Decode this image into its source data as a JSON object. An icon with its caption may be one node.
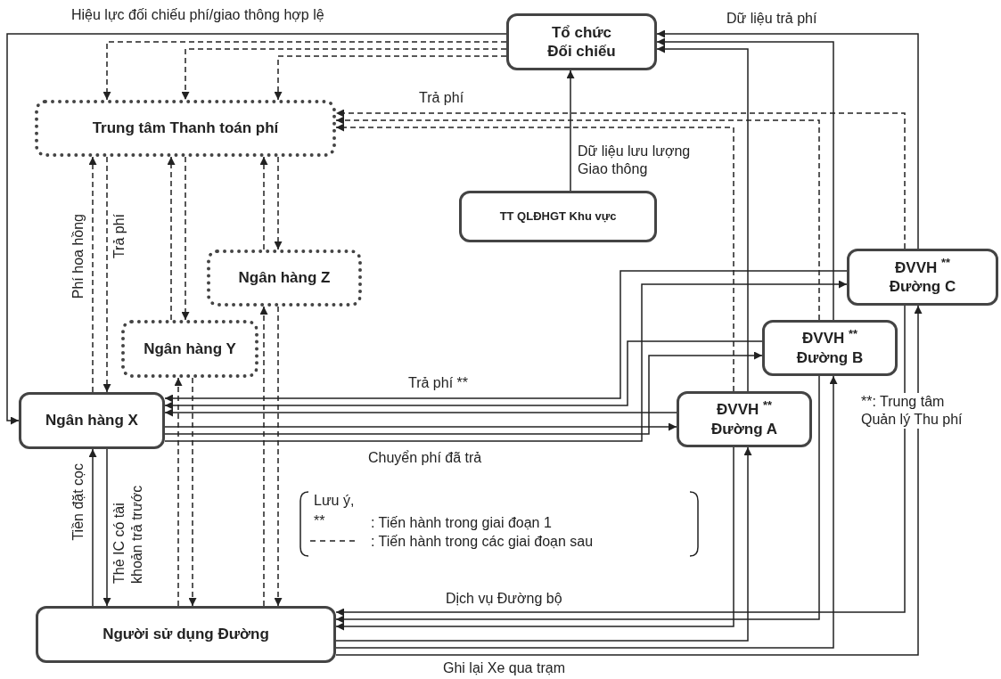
{
  "diagram": {
    "nodes": [
      {
        "text": [
          "Tổ chức Đối chiếu"
        ]
      },
      {
        "text": [
          "Trung tâm Thanh toán phí"
        ]
      },
      {
        "text": [
          "TT QLĐHGT Khu vực"
        ]
      },
      {
        "text": [
          "Ngân hàng Z"
        ]
      },
      {
        "text": [
          "Ngân hàng Y"
        ]
      },
      {
        "text": [
          "ĐVVH $^{**}$",
          "Đường C"
        ]
      },
      {
        "text": [
          "ĐVVH $^{**}$",
          "Đường B"
        ]
      },
      {
        "text": [
          "ĐVVH $^{**}$",
          "Đường A"
        ]
      },
      {
        "text": [
          "Ngân hàng X"
        ]
      },
      {
        "text": [
          "Người sử dụng Đường"
        ]
      }
    ],
    "edges": [
      {
        "from": 0,
        "to": 8,
        "arrow": "to",
        "label": "Hiệu lực đối chiếu phí/giao thông hợp lệ"
      },
      {
        "from": 0,
        "to": 1,
        "arrow": "to",
        "style": "dashed"
      },
      {
        "from": 0,
        "to": 1,
        "arrow": "to",
        "style": "dashed"
      },
      {
        "from": 0,
        "to": 1,
        "arrow": "to",
        "style": "dashed"
      },
      {
        "from": 7,
        "to": 0,
        "arrow": "to"
      },
      {
        "from": 6,
        "to": 0,
        "arrow": "to"
      },
      {
        "from": 5,
        "to": 0,
        "arrow": "to",
        "label": "Dữ liệu trả phí"
      },
      {
        "from": 7,
        "to": 1,
        "arrow": "to",
        "style": "dashed"
      },
      {
        "from": 6,
        "to": 1,
        "arrow": "to",
        "style": "dashed"
      },
      {
        "from": 5,
        "to": 1,
        "arrow": "to",
        "style": "dashed",
        "label": "Trả phí"
      },
      {
        "from": 2,
        "to": 0,
        "arrow": "to",
        "label": "Dữ liệu lưu lượng Giao thông"
      },
      {
        "from": 8,
        "to": 1,
        "arrow": "to",
        "style": "dashed",
        "label": "Phí hoa hồng"
      },
      {
        "from": 1,
        "to": 8,
        "arrow": "to",
        "style": "dashed",
        "label": "Trả phí"
      },
      {
        "from": 4,
        "to": 1,
        "arrow": "to",
        "style": "dashed"
      },
      {
        "from": 1,
        "to": 4,
        "arrow": "to",
        "style": "dashed"
      },
      {
        "from": 3,
        "to": 1,
        "arrow": "to",
        "style": "dashed"
      },
      {
        "from": 1,
        "to": 3,
        "arrow": "to",
        "style": "dashed"
      },
      {
        "from": 9,
        "to": 4,
        "arrow": "to",
        "style": "dashed"
      },
      {
        "from": 4,
        "to": 9,
        "arrow": "to",
        "style": "dashed"
      },
      {
        "from": 9,
        "to": 3,
        "arrow": "to",
        "style": "dashed"
      },
      {
        "from": 3,
        "to": 9,
        "arrow": "to",
        "style": "dashed"
      },
      {
        "from": 9,
        "to": 8,
        "arrow": "to",
        "label": "Tiền đặt cọc"
      },
      {
        "from": 8,
        "to": 9,
        "arrow": "to",
        "label": "Thẻ IC có tài khoản trả trước"
      },
      {
        "from": 5,
        "to": 8,
        "arrow": "to",
        "label": "Trả phí **"
      },
      {
        "from": 6,
        "to": 8,
        "arrow": "to"
      },
      {
        "from": 7,
        "to": 8,
        "arrow": "to"
      },
      {
        "from": 8,
        "to": 7,
        "arrow": "to"
      },
      {
        "from": 8,
        "to": 6,
        "arrow": "to"
      },
      {
        "from": 8,
        "to": 5,
        "arrow": "to",
        "label": "Chuyển phí đã trả"
      },
      {
        "from": 5,
        "to": 9,
        "arrow": "to",
        "label": "Dịch vụ Đường bộ"
      },
      {
        "from": 6,
        "to": 9,
        "arrow": "to"
      },
      {
        "from": 7,
        "to": 9,
        "arrow": "to"
      },
      {
        "from": 9,
        "to": 7,
        "arrow": "to"
      },
      {
        "from": 9,
        "to": 6,
        "arrow": "to"
      },
      {
        "from": 9,
        "to": 5,
        "arrow": "to",
        "label": "Ghi lại Xe qua trạm"
      }
    ],
    "labels": [
      "**: Trung tâm Quản lý Thu phí",
      "Lưu ý,",
      "**",
      ": Tiến hành trong giai đoạn 1"
    ],
    "legend": [
      {
        "text": ": Tiến hành trong các giai đoạn sau"
      }
    ]
  }
}
